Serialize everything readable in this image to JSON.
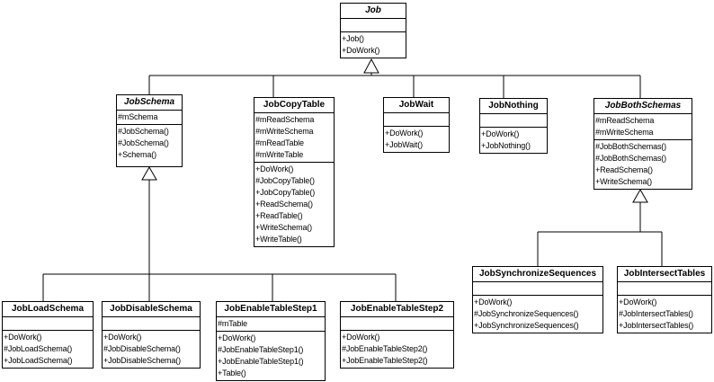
{
  "diagram": {
    "type": "uml-class-diagram",
    "classes": [
      {
        "name": "Job",
        "abstract": true,
        "attributes": [],
        "methods": [
          "+Job()",
          "+DoWork()"
        ]
      },
      {
        "name": "JobSchema",
        "abstract": true,
        "attributes": [
          "#mSchema"
        ],
        "methods": [
          "#JobSchema()",
          "#JobSchema()",
          "+Schema()"
        ]
      },
      {
        "name": "JobCopyTable",
        "abstract": false,
        "attributes": [
          "#mReadSchema",
          "#mWriteSchema",
          "#mReadTable",
          "#mWriteTable"
        ],
        "methods": [
          "+DoWork()",
          "#JobCopyTable()",
          "+JobCopyTable()",
          "+ReadSchema()",
          "+ReadTable()",
          "+WriteSchema()",
          "+WriteTable()"
        ]
      },
      {
        "name": "JobWait",
        "abstract": false,
        "attributes": [],
        "methods": [
          "+DoWork()",
          "+JobWait()"
        ]
      },
      {
        "name": "JobNothing",
        "abstract": false,
        "attributes": [],
        "methods": [
          "+DoWork()",
          "+JobNothing()"
        ]
      },
      {
        "name": "JobBothSchemas",
        "abstract": true,
        "attributes": [
          "#mReadSchema",
          "#mWriteSchema"
        ],
        "methods": [
          "#JobBothSchemas()",
          "#JobBothSchemas()",
          "+ReadSchema()",
          "+WriteSchema()"
        ]
      },
      {
        "name": "JobLoadSchema",
        "abstract": false,
        "attributes": [],
        "methods": [
          "+DoWork()",
          "#JobLoadSchema()",
          "+JobLoadSchema()"
        ]
      },
      {
        "name": "JobDisableSchema",
        "abstract": false,
        "attributes": [],
        "methods": [
          "+DoWork()",
          "#JobDisableSchema()",
          "+JobDisableSchema()"
        ]
      },
      {
        "name": "JobEnableTableStep1",
        "abstract": false,
        "attributes": [
          "#mTable"
        ],
        "methods": [
          "+DoWork()",
          "#JobEnableTableStep1()",
          "+JobEnableTableStep1()",
          "+Table()"
        ]
      },
      {
        "name": "JobEnableTableStep2",
        "abstract": false,
        "attributes": [],
        "methods": [
          "+DoWork()",
          "#JobEnableTableStep2()",
          "+JobEnableTableStep2()"
        ]
      },
      {
        "name": "JobSynchronizeSequences",
        "abstract": false,
        "attributes": [],
        "methods": [
          "+DoWork()",
          "#JobSynchronizeSequences()",
          "+JobSynchronizeSequences()"
        ]
      },
      {
        "name": "JobIntersectTables",
        "abstract": false,
        "attributes": [],
        "methods": [
          "+DoWork()",
          "#JobIntersectTables()",
          "+JobIntersectTables()"
        ]
      }
    ],
    "relations": [
      {
        "child": "JobSchema",
        "parent": "Job",
        "type": "generalization"
      },
      {
        "child": "JobCopyTable",
        "parent": "Job",
        "type": "generalization"
      },
      {
        "child": "JobWait",
        "parent": "Job",
        "type": "generalization"
      },
      {
        "child": "JobNothing",
        "parent": "Job",
        "type": "generalization"
      },
      {
        "child": "JobBothSchemas",
        "parent": "Job",
        "type": "generalization"
      },
      {
        "child": "JobLoadSchema",
        "parent": "JobSchema",
        "type": "generalization"
      },
      {
        "child": "JobDisableSchema",
        "parent": "JobSchema",
        "type": "generalization"
      },
      {
        "child": "JobEnableTableStep1",
        "parent": "JobSchema",
        "type": "generalization"
      },
      {
        "child": "JobEnableTableStep2",
        "parent": "JobSchema",
        "type": "generalization"
      },
      {
        "child": "JobSynchronizeSequences",
        "parent": "JobBothSchemas",
        "type": "generalization"
      },
      {
        "child": "JobIntersectTables",
        "parent": "JobBothSchemas",
        "type": "generalization"
      }
    ],
    "colors": {
      "line": "#000000",
      "box_fill": "#ffffff",
      "text": "#000000"
    }
  }
}
